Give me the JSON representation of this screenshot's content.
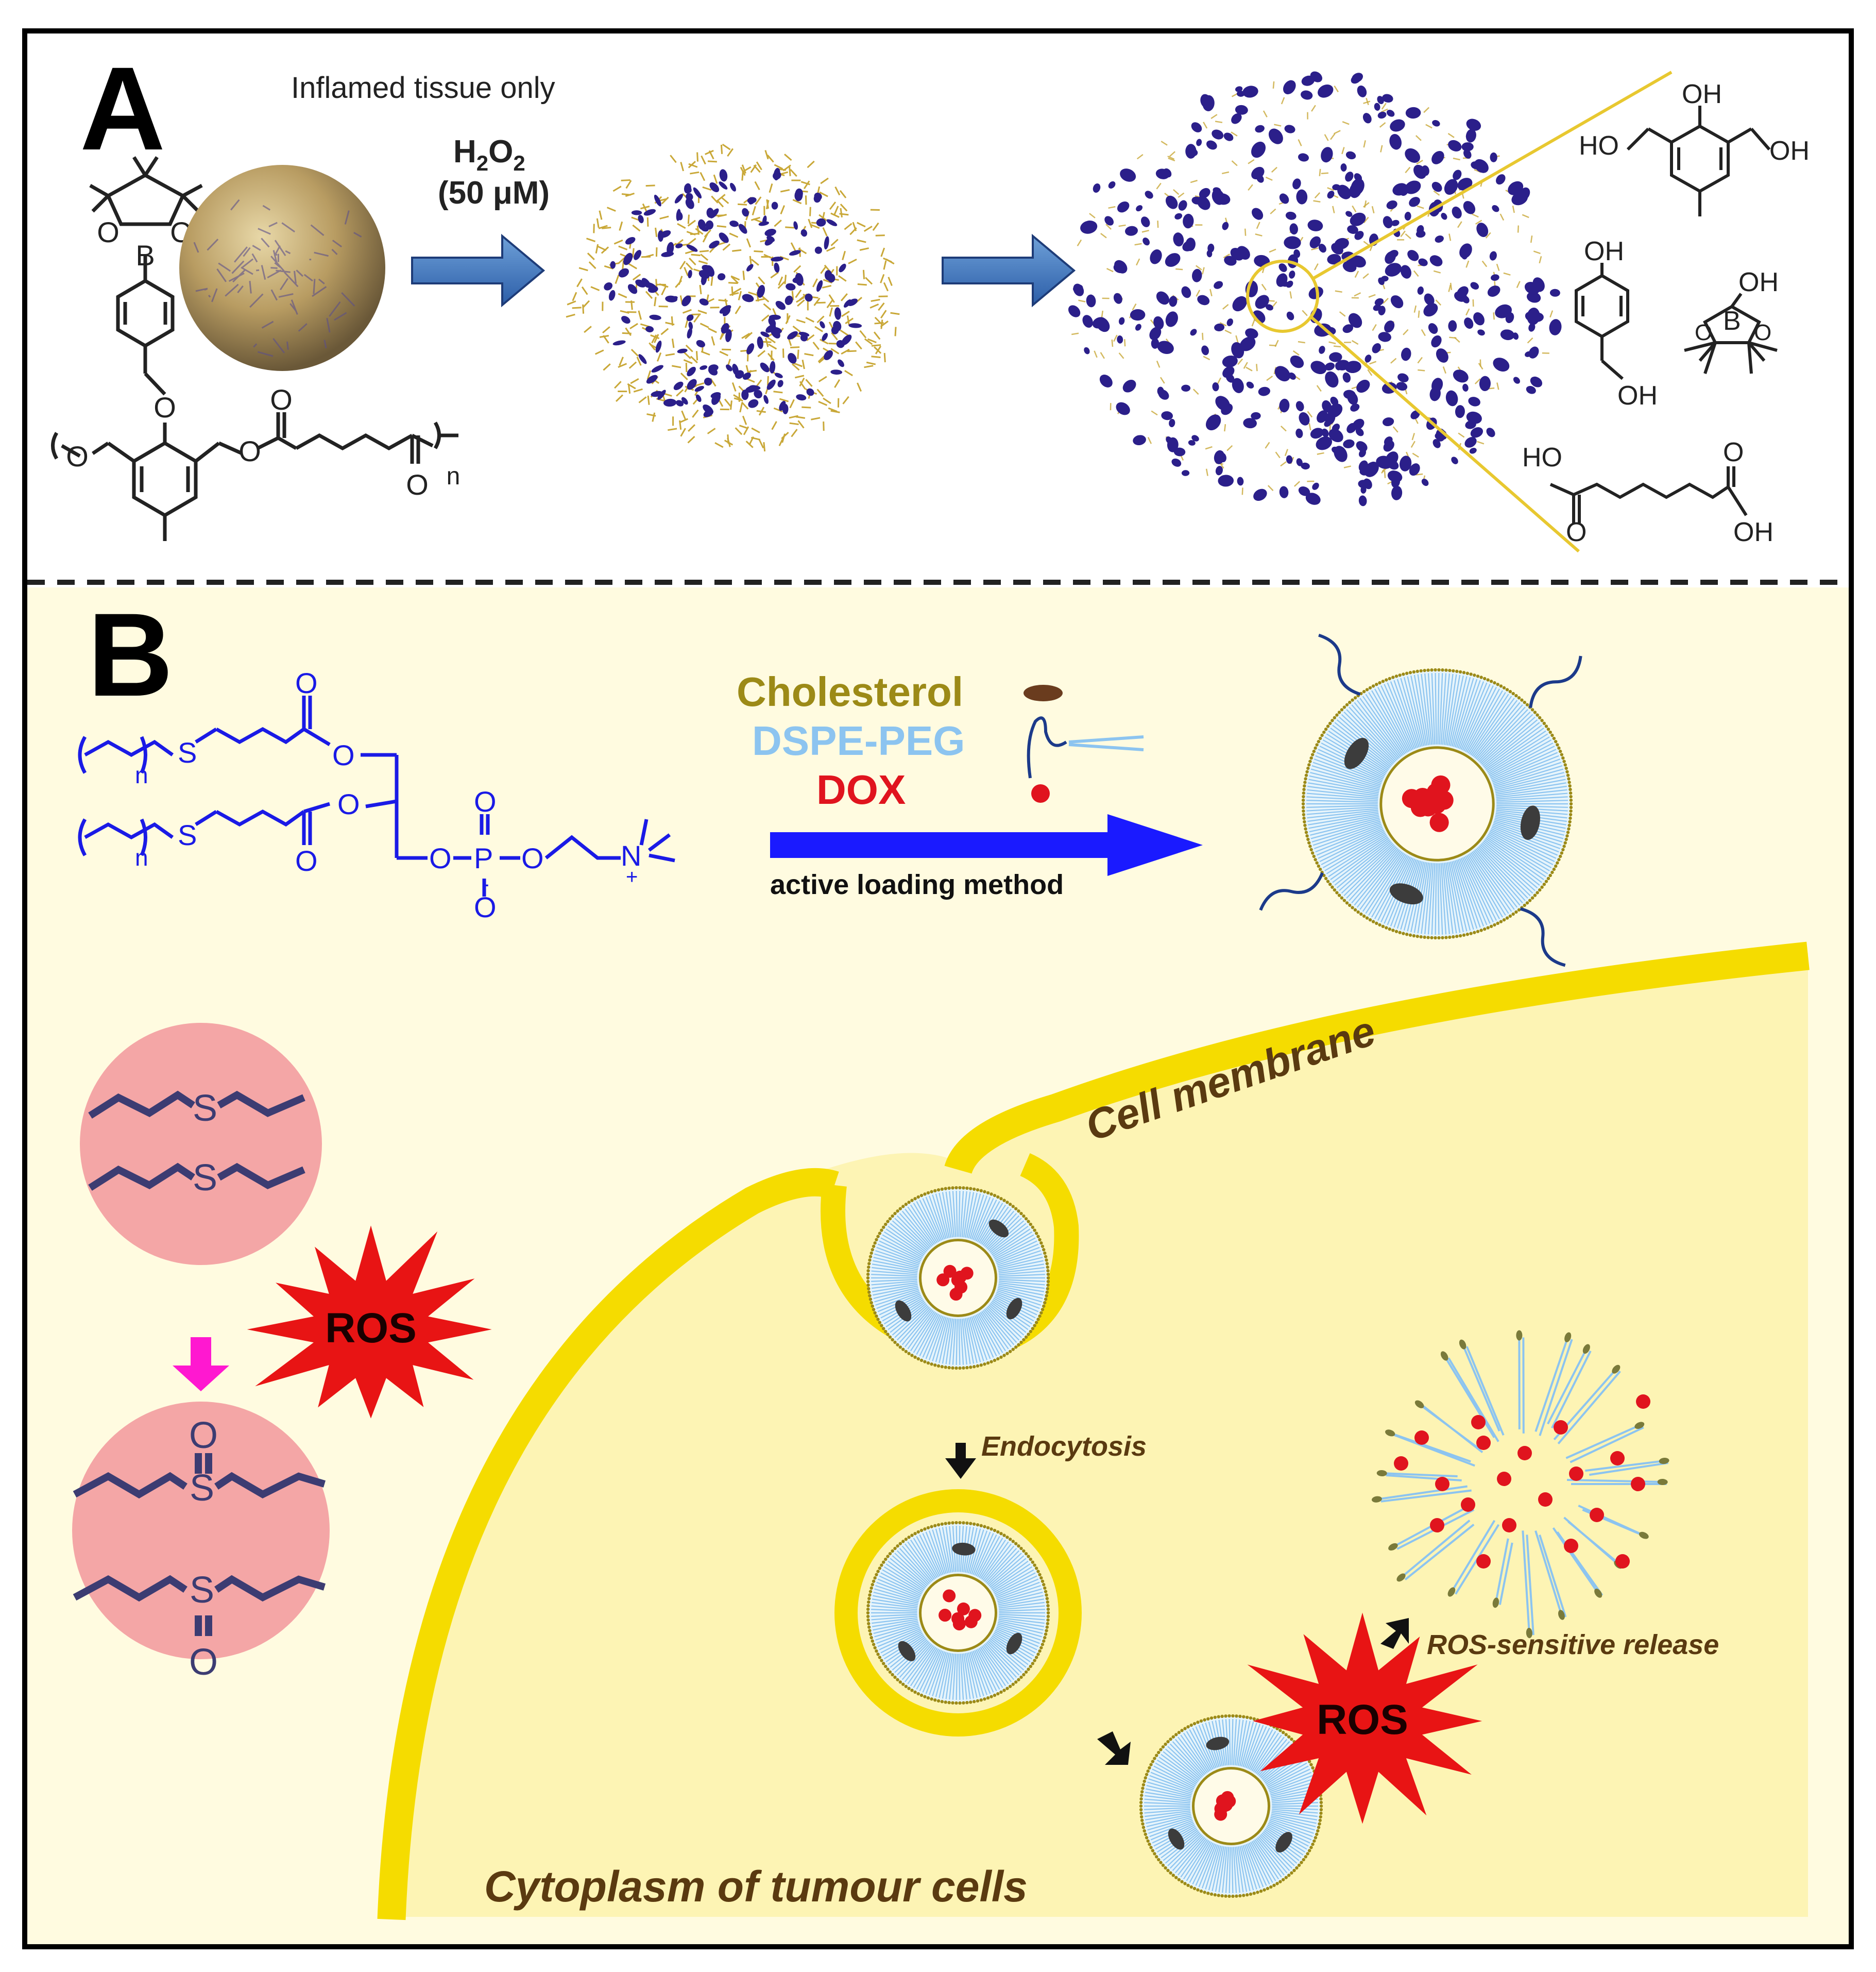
{
  "panel_a": {
    "label": "A",
    "inflamed_label": "Inflamed tissue only",
    "h2o2_formula": "H",
    "h2o2_sub1": "2",
    "h2o2_o": "O",
    "h2o2_sub2": "2",
    "h2o2_conc": "(50 μM)",
    "polymer_atoms": {
      "o": "O",
      "b": "B",
      "n": "n"
    },
    "products": {
      "oh": "OH",
      "ho": "HO",
      "b": "B",
      "o": "O"
    }
  },
  "panel_b": {
    "label": "B",
    "lipid_atoms": {
      "o": "O",
      "s": "S",
      "p": "P",
      "n_plus": "N",
      "plus": "+",
      "minus": "-",
      "n": "n"
    },
    "legend": {
      "cholesterol": "Cholesterol",
      "dspe_peg": "DSPE-PEG",
      "dox": "DOX"
    },
    "arrow_label": "active loading method",
    "cell_membrane": "Cell membrane",
    "endocytosis": "Endocytosis",
    "ros_release": "ROS-sensitive release",
    "cytoplasm": "Cytoplasm of tumour cells",
    "ros": "ROS",
    "ros2": "ROS",
    "sulfur_atoms": {
      "s": "S",
      "o": "O"
    }
  },
  "colors": {
    "membrane": "#f5dc00",
    "cytoplasm": "#fdf4b4",
    "panel_b_bg": "#fffbe0",
    "blue_chem": "#1a1ae6",
    "arrow_blue": "#1a1aff",
    "cholesterol": "#9c8a17",
    "dspe": "#8cc4f0",
    "dox": "#e0141e",
    "ros": "#e81414",
    "pink": "#f4a6a6",
    "magenta": "#ff18d0",
    "particle_blue": "#2b1f8a",
    "particle_gold": "#c9a838"
  }
}
